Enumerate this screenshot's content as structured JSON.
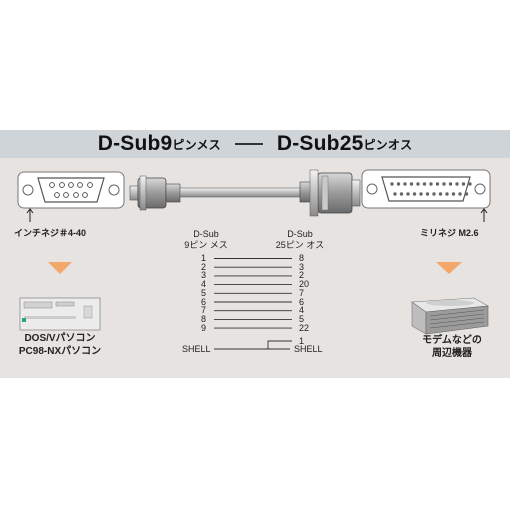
{
  "title": {
    "left_main": "D-Sub9",
    "left_small": "ピンメス",
    "right_main": "D-Sub25",
    "right_small": "ピンオス"
  },
  "left_screw_label": "インチネジ＃4-40",
  "right_screw_label": "ミリネジ M2.6",
  "left_header": {
    "line1": "D-Sub",
    "line2": "9ピン メス"
  },
  "right_header": {
    "line1": "D-Sub",
    "line2": "25ピン オス"
  },
  "wiring": {
    "left_pins": [
      "1",
      "2",
      "3",
      "4",
      "5",
      "6",
      "7",
      "8",
      "9"
    ],
    "right_pins": [
      "8",
      "3",
      "2",
      "20",
      "7",
      "6",
      "4",
      "5",
      "22"
    ],
    "shell_left": "SHELL",
    "shell_right": "SHELL",
    "right_extra_pin": "1"
  },
  "left_device_caption": {
    "line1": "DOS/Vパソコン",
    "line2": "PC98-NXパソコン"
  },
  "right_device_caption": {
    "line1": "モデムなどの",
    "line2": "周辺機器"
  },
  "colors": {
    "arrow": "#f3a768",
    "panel": "#e6e3e0",
    "title_bar": "#cfd4d9"
  }
}
